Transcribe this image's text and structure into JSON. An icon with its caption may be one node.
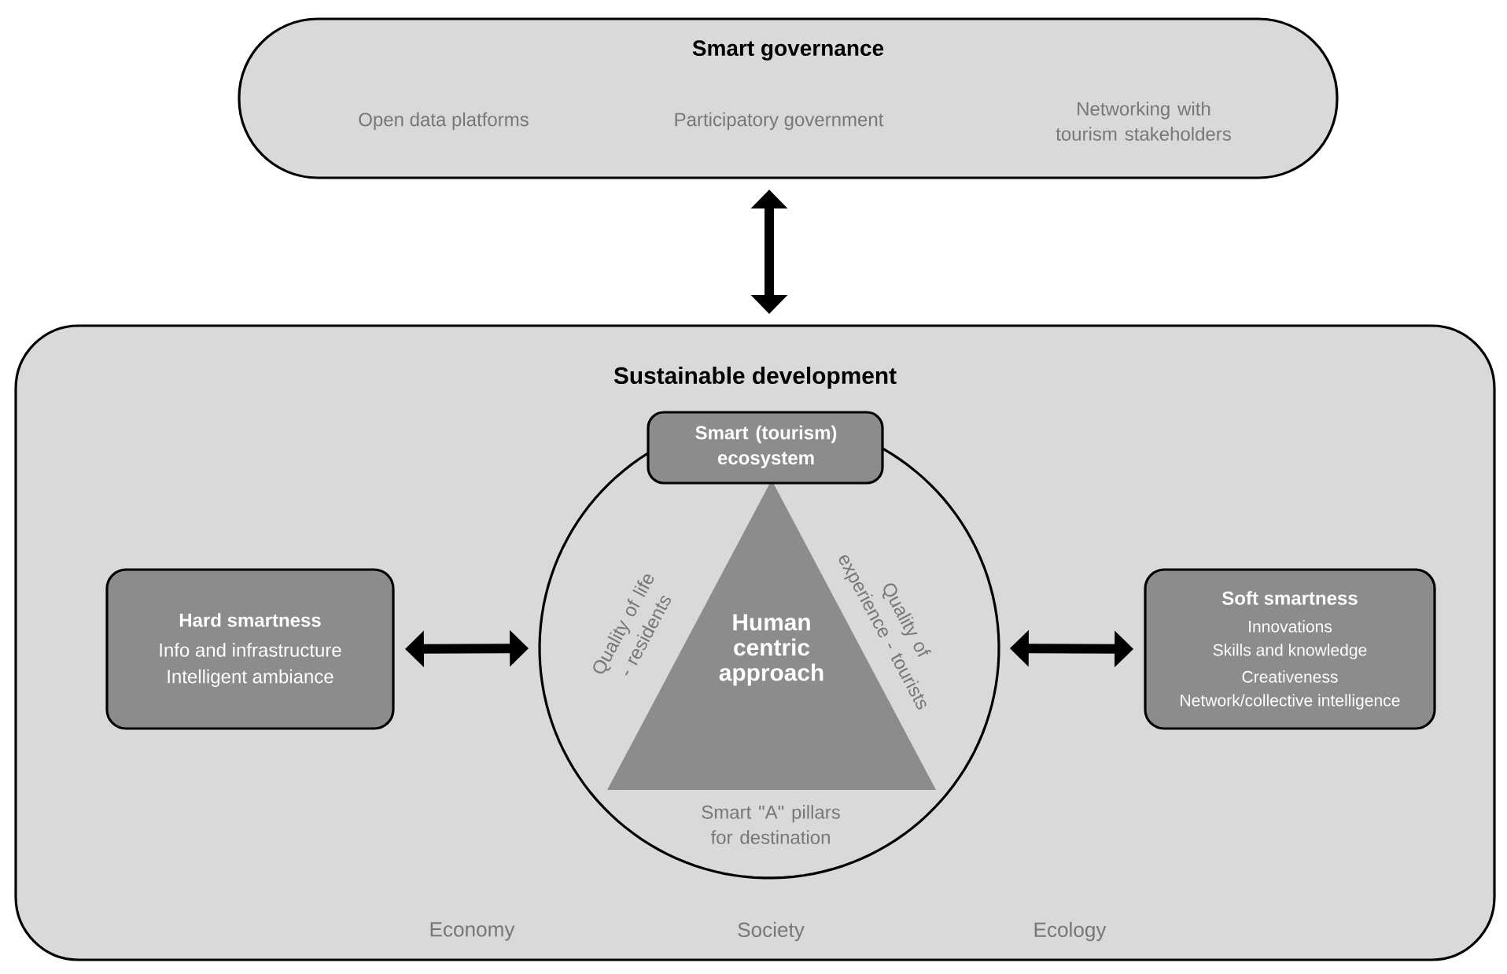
{
  "diagram": {
    "nodes": [
      {
        "text": [
          "Smart governance",
          "Open data platforms",
          "Participatory government",
          "Networking with tourism stakeholders"
        ]
      },
      {
        "text": [
          "Sustainable development",
          "Economy",
          "Society",
          "Ecology"
        ]
      },
      {
        "text": [
          "Quality of life - residents",
          "Quality of experience - tourists",
          "Smart \"A\" pillars for destination"
        ],
        "in": 1
      },
      {
        "text": [
          "Smart (tourism) ecosystem"
        ],
        "in": 1
      },
      {
        "text": [
          "Human centric approach"
        ],
        "in": 2
      },
      {
        "text": [
          "Hard smartness",
          "Info and infrastructure",
          "Intelligent ambiance"
        ],
        "in": 1
      },
      {
        "text": [
          "Soft smartness",
          "Innovations",
          "Skills and knowledge",
          "Creativeness",
          "Network/collective intelligence"
        ],
        "in": 1
      }
    ],
    "edges": [
      {
        "from": 0,
        "to": 1,
        "arrow": "both"
      },
      {
        "from": 5,
        "to": 2,
        "arrow": "both"
      },
      {
        "from": 2,
        "to": 6,
        "arrow": "both"
      }
    ]
  }
}
